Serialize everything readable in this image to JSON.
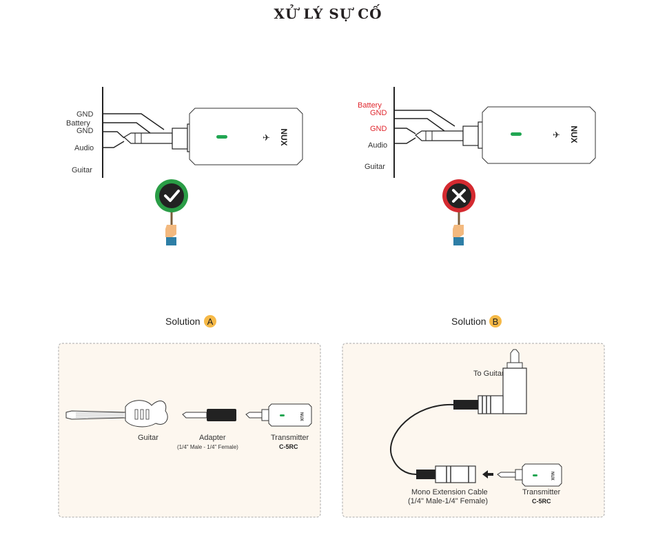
{
  "title": "XỬ LÝ SỰ CỐ",
  "panel_correct": {
    "labels": [
      "GND",
      "Battery",
      "GND",
      "Audio",
      "Guitar"
    ],
    "status": "check"
  },
  "panel_wrong": {
    "labels": [
      "Battery",
      "GND",
      "GND",
      "Audio",
      "Guitar"
    ],
    "status": "cross"
  },
  "brand": "NUX",
  "solution_a": {
    "heading": "Solution",
    "badge": "A",
    "guitar": "Guitar",
    "adapter": "Adapter",
    "adapter_spec": "(1/4\" Male - 1/4\" Female)",
    "transmitter": "Transmitter",
    "model": "C-5RC"
  },
  "solution_b": {
    "heading": "Solution",
    "badge": "B",
    "to_guitar": "To Guitar",
    "cable": "Mono Extension Cable",
    "cable_spec": "(1/4\" Male-1/4\" Female)",
    "transmitter": "Transmitter",
    "model": "C-5RC"
  },
  "colors": {
    "ok": "#2a9d46",
    "bad": "#d42a30",
    "led": "#21a652",
    "badge": "#f6b947",
    "panel_bg": "#fdf7ef",
    "red_text": "#e0262d"
  }
}
